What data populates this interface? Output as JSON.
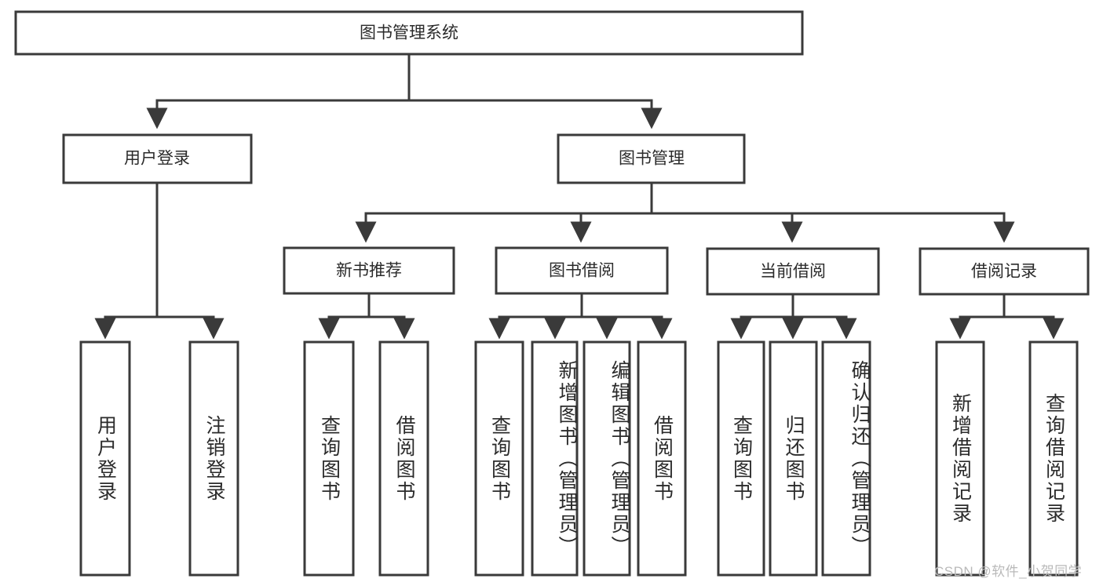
{
  "diagram": {
    "type": "tree-hierarchy",
    "title": "图书管理系统",
    "watermark": "CSDN @软件_小贺同学",
    "colors": {
      "stroke": "#3a3a3a",
      "fill": "#ffffff",
      "text": "#2b2b2b",
      "watermark": "#b9b9b9"
    },
    "nodes": {
      "root": {
        "label": "图书管理系统",
        "level": 1
      },
      "level2": [
        {
          "id": "user-login",
          "label": "用户登录"
        },
        {
          "id": "book-manage",
          "label": "图书管理"
        }
      ],
      "level3": [
        {
          "id": "new-book-recommend",
          "label": "新书推荐",
          "parent": "book-manage"
        },
        {
          "id": "book-borrow",
          "label": "图书借阅",
          "parent": "book-manage"
        },
        {
          "id": "current-borrow",
          "label": "当前借阅",
          "parent": "book-manage"
        },
        {
          "id": "borrow-record",
          "label": "借阅记录",
          "parent": "book-manage"
        }
      ],
      "leaves": [
        {
          "id": "leaf-user-login",
          "label": "用户登录",
          "parent": "user-login"
        },
        {
          "id": "leaf-logout",
          "label": "注销登录",
          "parent": "user-login"
        },
        {
          "id": "leaf-query-book-1",
          "label": "查询图书",
          "parent": "new-book-recommend"
        },
        {
          "id": "leaf-borrow-book-1",
          "label": "借阅图书",
          "parent": "new-book-recommend"
        },
        {
          "id": "leaf-query-book-2",
          "label": "查询图书",
          "parent": "book-borrow"
        },
        {
          "id": "leaf-add-book",
          "label": "新增图书（管理员）",
          "parent": "book-borrow"
        },
        {
          "id": "leaf-edit-book",
          "label": "编辑图书（管理员）",
          "parent": "book-borrow"
        },
        {
          "id": "leaf-borrow-book-2",
          "label": "借阅图书",
          "parent": "book-borrow"
        },
        {
          "id": "leaf-query-book-3",
          "label": "查询图书",
          "parent": "current-borrow"
        },
        {
          "id": "leaf-return-book",
          "label": "归还图书",
          "parent": "current-borrow"
        },
        {
          "id": "leaf-confirm-return",
          "label": "确认归还（管理员）",
          "parent": "current-borrow"
        },
        {
          "id": "leaf-add-record",
          "label": "新增借阅记录",
          "parent": "borrow-record"
        },
        {
          "id": "leaf-query-record",
          "label": "查询借阅记录",
          "parent": "borrow-record"
        }
      ]
    }
  }
}
